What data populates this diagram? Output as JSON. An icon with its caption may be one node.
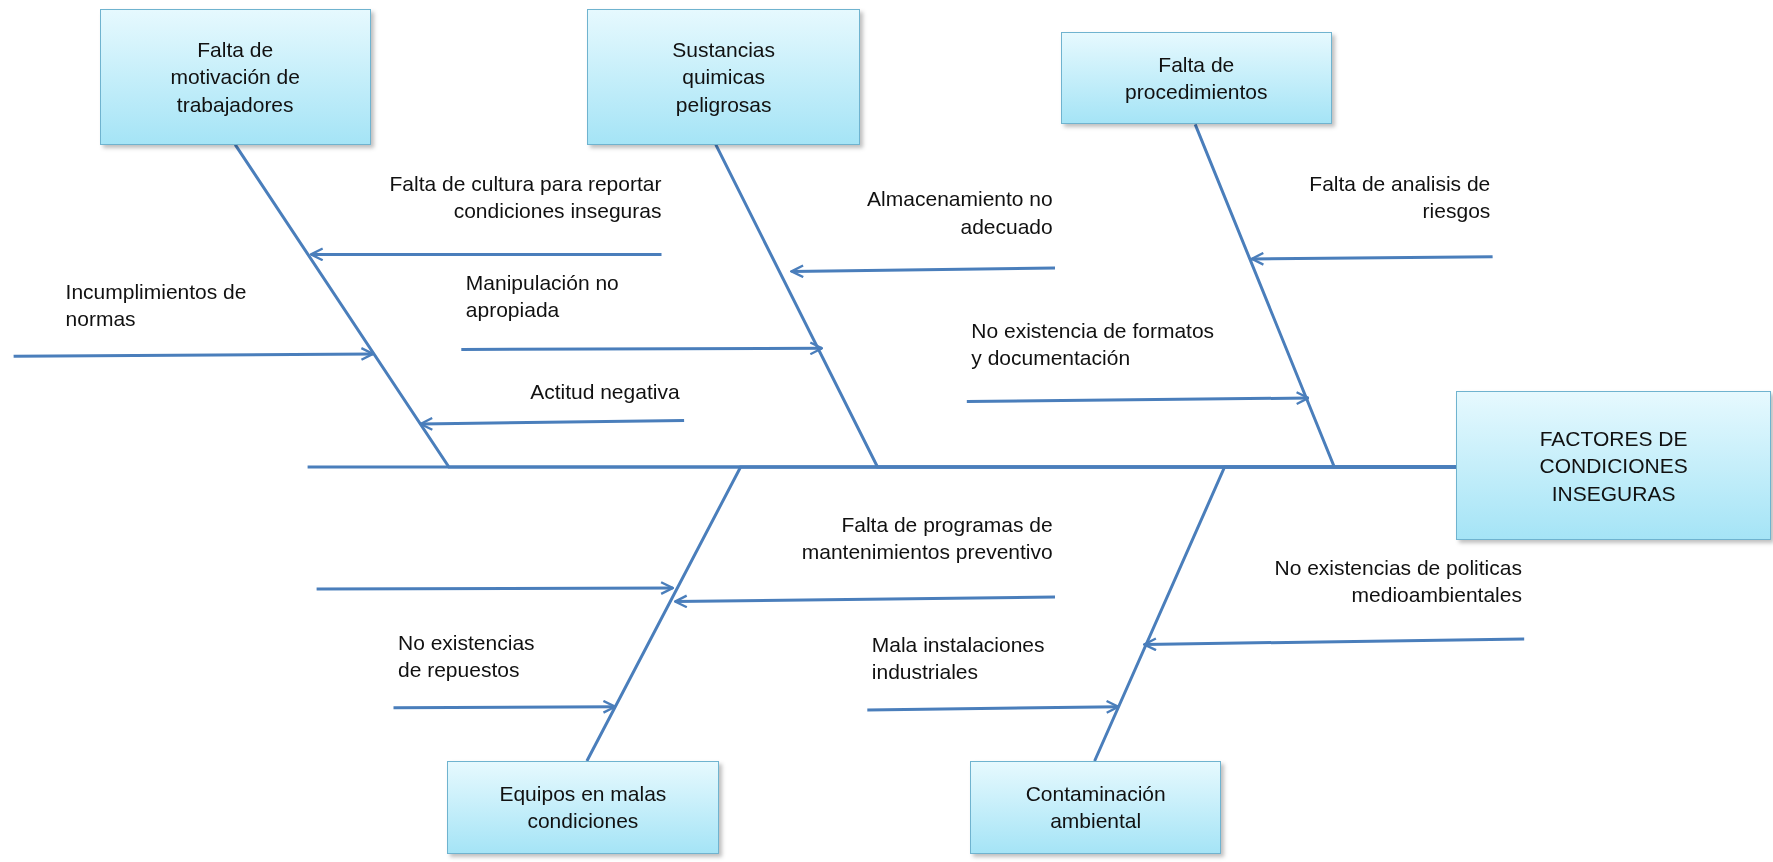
{
  "diagram": {
    "nodes": [
      {
        "text": [
          "Falta de motivación de trabajadores"
        ]
      },
      {
        "text": [
          "Sustancias quimicas peligrosas"
        ]
      },
      {
        "text": [
          "Falta de procedimientos"
        ]
      },
      {
        "text": [
          "Falta de cultura para reportar condiciones inseguras"
        ]
      },
      {
        "text": [
          "Almacenamiento no adecuado"
        ]
      },
      {
        "text": [
          "Falta de analisis de riesgos"
        ]
      },
      {
        "text": [
          "Incumplimientos de normas"
        ]
      },
      {
        "text": [
          "Manipulación no apropiada"
        ]
      },
      {
        "text": [
          "No existencia de formatos y documentación"
        ]
      },
      {
        "text": [
          "Actitud negativa"
        ]
      },
      {
        "text": [
          "FACTORES DE CONDICIONES INSEGURAS"
        ]
      },
      {
        "text": [
          "Falta de programas de mantenimientos preventivo"
        ]
      },
      {
        "text": [
          "No existencias de politicas medioambientales"
        ]
      },
      {
        "text": [
          "No existencias de repuestos"
        ]
      },
      {
        "text": [
          "Mala instalaciones industriales"
        ]
      },
      {
        "text": [
          "Equipos en malas condiciones"
        ]
      },
      {
        "text": [
          "Contaminación ambiental"
        ]
      }
    ],
    "edges": [
      {
        "from": null,
        "to": 10,
        "arrow": "none"
      },
      {
        "from": 0,
        "to": 10,
        "arrow": "none"
      },
      {
        "from": 1,
        "to": 10,
        "arrow": "none"
      },
      {
        "from": 2,
        "to": 10,
        "arrow": "none"
      },
      {
        "from": 15,
        "to": 10,
        "arrow": "none"
      },
      {
        "from": 16,
        "to": 10,
        "arrow": "none"
      },
      {
        "from": 3,
        "to": null,
        "arrow": "to"
      },
      {
        "from": 6,
        "to": null,
        "arrow": "to"
      },
      {
        "from": 9,
        "to": null,
        "arrow": "to"
      },
      {
        "from": 4,
        "to": null,
        "arrow": "to"
      },
      {
        "from": 7,
        "to": null,
        "arrow": "to"
      },
      {
        "from": 5,
        "to": null,
        "arrow": "to"
      },
      {
        "from": 8,
        "to": null,
        "arrow": "to"
      },
      {
        "from": 11,
        "to": null,
        "arrow": "to"
      },
      {
        "from": 13,
        "to": null,
        "arrow": "to"
      },
      {
        "from": 12,
        "to": null,
        "arrow": "to"
      },
      {
        "from": 14,
        "to": null,
        "arrow": "to"
      }
    ]
  }
}
